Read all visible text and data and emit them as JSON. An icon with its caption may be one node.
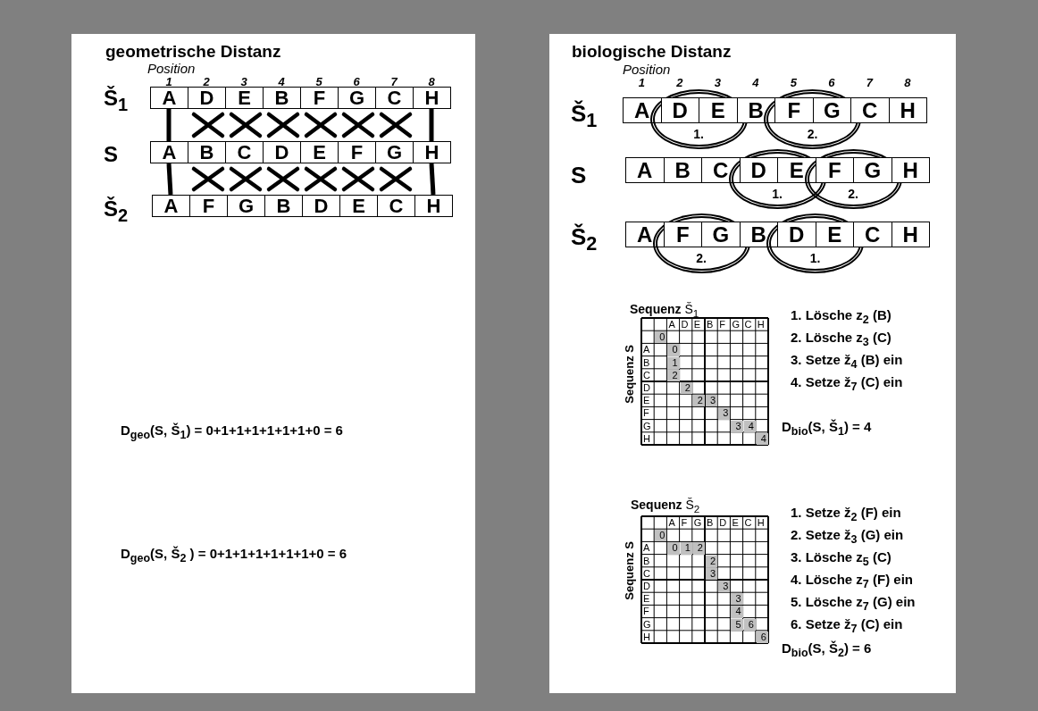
{
  "diagram": {
    "nodes": [
      {
        "text": [
          "geometrische Distanz"
        ]
      },
      {
        "text": [
          "A"
        ],
        "in": 0
      },
      {
        "text": [
          "D"
        ],
        "in": 0
      },
      {
        "text": [
          "E"
        ],
        "in": 0
      },
      {
        "text": [
          "B"
        ],
        "in": 0
      },
      {
        "text": [
          "F"
        ],
        "in": 0
      },
      {
        "text": [
          "G"
        ],
        "in": 0
      },
      {
        "text": [
          "C"
        ],
        "in": 0
      },
      {
        "text": [
          "H"
        ],
        "in": 0
      },
      {
        "text": [
          "A"
        ],
        "in": 0
      },
      {
        "text": [
          "B"
        ],
        "in": 0
      },
      {
        "text": [
          "C"
        ],
        "in": 0
      },
      {
        "text": [
          "D"
        ],
        "in": 0
      },
      {
        "text": [
          "E"
        ],
        "in": 0
      },
      {
        "text": [
          "F"
        ],
        "in": 0
      },
      {
        "text": [
          "G"
        ],
        "in": 0
      },
      {
        "text": [
          "H"
        ],
        "in": 0
      },
      {
        "text": [
          "A"
        ],
        "in": 0
      },
      {
        "text": [
          "F"
        ],
        "in": 0
      },
      {
        "text": [
          "G"
        ],
        "in": 0
      },
      {
        "text": [
          "B"
        ],
        "in": 0
      },
      {
        "text": [
          "D"
        ],
        "in": 0
      },
      {
        "text": [
          "E"
        ],
        "in": 0
      },
      {
        "text": [
          "C"
        ],
        "in": 0
      },
      {
        "text": [
          "H"
        ],
        "in": 0
      },
      {
        "text": [
          "biologische Distanz"
        ]
      },
      {
        "text": [
          "A"
        ],
        "in": 25
      },
      {
        "text": [
          "1."
        ],
        "in": 25
      },
      {
        "text": [
          "D"
        ],
        "in": 27
      },
      {
        "text": [
          "E"
        ],
        "in": 27
      },
      {
        "text": [
          "B"
        ],
        "in": 25
      },
      {
        "text": [
          "2."
        ],
        "in": 25
      },
      {
        "text": [
          "F"
        ],
        "in": 31
      },
      {
        "text": [
          "G"
        ],
        "in": 31
      },
      {
        "text": [
          "C"
        ],
        "in": 25
      },
      {
        "text": [
          "H"
        ],
        "in": 25
      },
      {
        "text": [
          "A"
        ],
        "in": 25
      },
      {
        "text": [
          "B"
        ],
        "in": 25
      },
      {
        "text": [
          "C"
        ],
        "in": 25
      },
      {
        "text": [
          "1."
        ],
        "in": 25
      },
      {
        "text": [
          "D"
        ],
        "in": 39
      },
      {
        "text": [
          "E"
        ],
        "in": 39
      },
      {
        "text": [
          "2."
        ],
        "in": 25
      },
      {
        "text": [
          "F"
        ],
        "in": 42
      },
      {
        "text": [
          "G"
        ],
        "in": 42
      },
      {
        "text": [
          "H"
        ],
        "in": 25
      },
      {
        "text": [
          "A"
        ],
        "in": 25
      },
      {
        "text": [
          "2."
        ],
        "in": 25
      },
      {
        "text": [
          "F"
        ],
        "in": 47
      },
      {
        "text": [
          "G"
        ],
        "in": 47
      },
      {
        "text": [
          "B"
        ],
        "in": 25
      },
      {
        "text": [
          "1."
        ],
        "in": 25
      },
      {
        "text": [
          "D"
        ],
        "in": 51
      },
      {
        "text": [
          "E"
        ],
        "in": 51
      },
      {
        "text": [
          "C"
        ],
        "in": 25
      },
      {
        "text": [
          "H"
        ],
        "in": 25
      }
    ],
    "edges": [
      {
        "from": 1,
        "to": 9,
        "arrow": "none"
      },
      {
        "from": 9,
        "to": 17,
        "arrow": "none"
      },
      {
        "from": 8,
        "to": 16,
        "arrow": "none"
      },
      {
        "from": 16,
        "to": 24,
        "arrow": "none"
      }
    ],
    "labels": [
      "Position",
      "1",
      "2",
      "3",
      "4",
      "5",
      "6",
      "7",
      "8",
      "Š$_{1}$",
      "S",
      "Š$_{2}$",
      "D$_{geo}$(S, Š$_{1}$) = 0+1+1+1+1+1+1+0 = 6",
      "D$_{geo}$(S, Š$_{2}$ ) = 0+1+1+1+1+1+1+0 = 6",
      "Position",
      "1",
      "2",
      "3",
      "4",
      "5",
      "6",
      "7",
      "8",
      "Š$_{1}$",
      "S",
      "Š$_{2}$",
      "**Sequenz** Š$_{1}$",
      "A",
      "D",
      "E",
      "B",
      "F",
      "G",
      "C",
      "H",
      "0",
      "A",
      "0",
      "B",
      "1",
      "C",
      "2",
      "D",
      "2",
      "E",
      "2",
      "3",
      "F",
      "3",
      "G",
      "3",
      "4",
      "H",
      "4",
      "Sequenz S",
      "1. Lösche z$_{2}$ (B)",
      "2. Lösche z$_{3}$ (C)",
      "3. Setze ž$_{4}$ (B) ein",
      "4. Setze ž$_{7}$ (C) ein",
      "D$_{bio}$(S, Š$_{1}$) = 4",
      "**Sequenz** Š$_{2}$",
      "A",
      "F",
      "G",
      "B",
      "D",
      "E",
      "C",
      "H",
      "0",
      "A",
      "0",
      "1",
      "2",
      "B",
      "2",
      "C",
      "3",
      "D",
      "3",
      "E",
      "3",
      "F",
      "4",
      "G",
      "5",
      "6",
      "H",
      "6",
      "Sequenz S",
      "1. Setze ž$_{2}$ (F) ein",
      "2. Setze ž$_{3}$ (G) ein",
      "3. Lösche z$_{5}$ (C)",
      "4. Lösche z$_{7}$ (F) ein",
      "5. Lösche z$_{7}$ (G) ein",
      "6. Setze ž$_{7}$ (C) ein",
      "D$_{bio}$(S, Š$_{2}$) = 6"
    ]
  }
}
